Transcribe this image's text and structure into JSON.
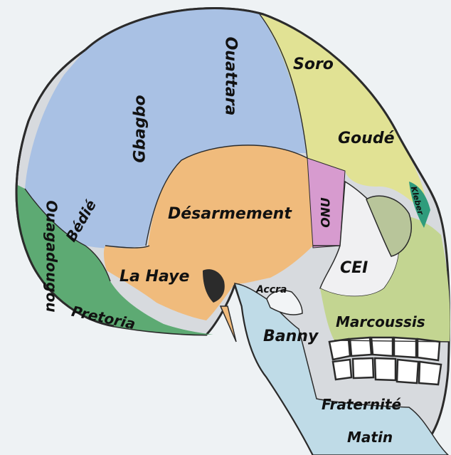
{
  "labels": {
    "soro": "Soro",
    "ouattara": "Ouattara",
    "gbagbo": "Gbagbo",
    "goude": "Goudé",
    "kleber": "Kleber",
    "bedie": "Bédié",
    "onu": "ONU",
    "desarmement": "Désarmement",
    "ouagadougou": "Ouagadougou",
    "la_haye": "La Haye",
    "cei": "CEI",
    "accra": "Accra",
    "pretoria": "Pretoria",
    "marcoussis": "Marcoussis",
    "banny": "Banny",
    "fraternite": "Fraternité",
    "matin": "Matin"
  },
  "colors": {
    "background": "#eef2f4",
    "parietal_blue": "#a9c1e4",
    "frontal_yellow": "#e1e294",
    "temporal_orange": "#f0bb7c",
    "occipital_green": "#5daa73",
    "sphenoid_pink": "#d79bcf",
    "zygomatic_white": "#f0f0f2",
    "maxilla_green": "#c3d591",
    "mandible_blue": "#bfdbe7",
    "nasal_teal": "#2f9c7c",
    "lacrimal_red": "#d9583c",
    "outline": "#2b2b2b"
  }
}
